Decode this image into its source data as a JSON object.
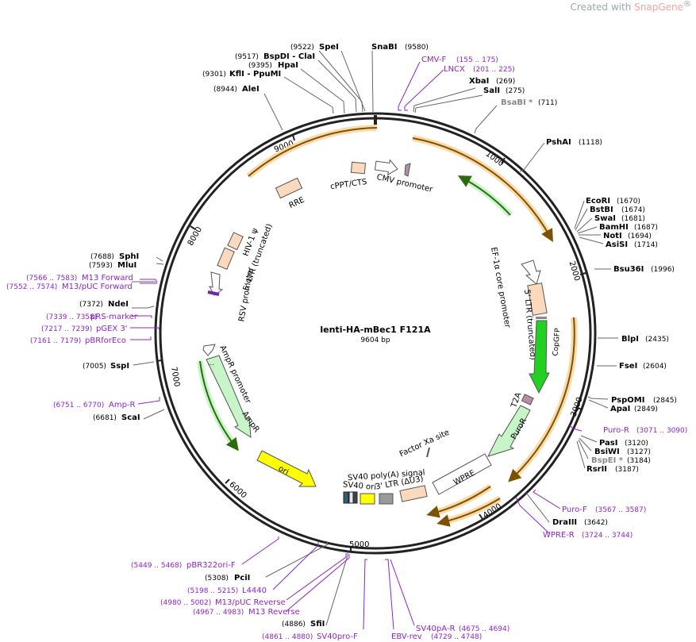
{
  "watermark": {
    "prefix": "Created with ",
    "brand": "SnapGene",
    "reg": "®"
  },
  "plasmid": {
    "name": "lenti-HA-mBec1 F121A",
    "length_label": "9604 bp",
    "length": 9604
  },
  "colors": {
    "backbone": "#222222",
    "enzyme_text": "#000000",
    "primer": "#8e24c8",
    "orf_outline": "#e5a23a",
    "gfp": "#22d022",
    "puro": "#c8f5c8",
    "feature_tan": "#fbd9bd",
    "ori": "#ffff00",
    "rre": "#fbd9bd",
    "polyA": "#999999",
    "dark_blue": "#2e5f73",
    "mauve": "#b58ea8"
  },
  "scale_ticks": [
    "1000",
    "2000",
    "3000",
    "4000",
    "5000",
    "6000",
    "7000",
    "8000",
    "9000"
  ],
  "left_labels": {
    "aleI": {
      "pos": "(8944)",
      "name": "AleI"
    },
    "kflI": {
      "pos": "(9301)",
      "name": "KflI - PpuMI"
    },
    "hpaI": {
      "pos": "(9395)",
      "name": "HpaI"
    },
    "bspDI": {
      "pos": "(9517)",
      "name": "BspDI - ClaI"
    },
    "speI": {
      "pos": "(9522)",
      "name": "SpeI"
    },
    "sphI": {
      "pos": "(7688)",
      "name": "SphI"
    },
    "mluI": {
      "pos": "(7593)",
      "name": "MluI"
    },
    "m13fwd": {
      "pos": "(7566 .. 7583)",
      "name": "M13 Forward"
    },
    "m13puc": {
      "pos": "(7552 .. 7574)",
      "name": "M13/pUC Forward"
    },
    "ndeI": {
      "pos": "(7372)",
      "name": "NdeI"
    },
    "prs": {
      "pos": "(7339 .. 7358)",
      "name": "pRS-marker"
    },
    "pgex": {
      "pos": "(7217 .. 7239)",
      "name": "pGEX 3'"
    },
    "pbr": {
      "pos": "(7161 .. 7179)",
      "name": "pBRforEco"
    },
    "sspI": {
      "pos": "(7005)",
      "name": "SspI"
    },
    "ampr": {
      "pos": "(6751 .. 6770)",
      "name": "Amp-R"
    },
    "scaI": {
      "pos": "(6681)",
      "name": "ScaI"
    }
  },
  "top_labels": {
    "snaBI": {
      "name": "SnaBI",
      "pos": "(9580)"
    },
    "cmvf": {
      "name": "CMV-F",
      "pos": "(155 .. 175)"
    },
    "lncx": {
      "name": "LNCX",
      "pos": "(201 .. 225)"
    },
    "xbaI": {
      "name": "XbaI",
      "pos": "(269)"
    },
    "salI": {
      "name": "SalI",
      "pos": "(275)"
    },
    "bsaBI": {
      "name": "BsaBI *",
      "pos": "(711)"
    }
  },
  "right_labels": {
    "pshAI": {
      "name": "PshAI",
      "pos": "(1118)"
    },
    "ecoRI": {
      "name": "EcoRI",
      "pos": "(1670)"
    },
    "bstBI": {
      "name": "BstBI",
      "pos": "(1674)"
    },
    "swaI": {
      "name": "SwaI",
      "pos": "(1681)"
    },
    "bamHI": {
      "name": "BamHI",
      "pos": "(1687)"
    },
    "notI": {
      "name": "NotI",
      "pos": "(1694)"
    },
    "asiSI": {
      "name": "AsiSI",
      "pos": "(1714)"
    },
    "bsu36I": {
      "name": "Bsu36I",
      "pos": "(1996)"
    },
    "blpI": {
      "name": "BlpI",
      "pos": "(2435)"
    },
    "fseI": {
      "name": "FseI",
      "pos": "(2604)"
    },
    "pspOMI": {
      "name": "PspOMI",
      "pos": "(2845)"
    },
    "apaI": {
      "name": "ApaI",
      "pos": "(2849)"
    },
    "puror": {
      "name": "Puro-R",
      "pos": "(3071 .. 3090)"
    },
    "pasI": {
      "name": "PasI",
      "pos": "(3120)"
    },
    "bsiWI": {
      "name": "BsiWI",
      "pos": "(3127)"
    },
    "bspEI": {
      "name": "BspEI *",
      "pos": "(3184)"
    },
    "rsrII": {
      "name": "RsrII",
      "pos": "(3187)"
    },
    "purof": {
      "name": "Puro-F",
      "pos": "(3567 .. 3587)"
    },
    "draIII": {
      "name": "DraIII",
      "pos": "(3642)"
    },
    "wprer": {
      "name": "WPRE-R",
      "pos": "(3724 .. 3744)"
    }
  },
  "bottom_labels": {
    "pbr322": {
      "pos": "(5449 .. 5468)",
      "name": "pBR322ori-F"
    },
    "pciI": {
      "pos": "(5308)",
      "name": "PciI"
    },
    "l4440": {
      "pos": "(5198 .. 5215)",
      "name": "L4440"
    },
    "m13pucrev": {
      "pos": "(4980 .. 5002)",
      "name": "M13/pUC Reverse"
    },
    "m13rev": {
      "pos": "(4967 .. 4983)",
      "name": "M13 Reverse"
    },
    "sfiI": {
      "pos": "(4886)",
      "name": "SfiI"
    },
    "sv40prof": {
      "pos": "(4861 .. 4880)",
      "name": "SV40pro-F"
    },
    "ebvrev": {
      "name": "EBV-rev",
      "pos": "(4729 .. 4748)"
    },
    "sv40pa": {
      "name": "SV40pA-R",
      "pos": "(4675 .. 4694)"
    }
  },
  "features": {
    "rre": "RRE",
    "cppt": "cPPT/CTS",
    "cmv": "CMV promoter",
    "hiv": "HIV-1 ψ",
    "ltr5": "5' LTR (truncated)",
    "rsv": "RSV promoter",
    "ef1a": "EF-1α core promoter",
    "ltr5b": "5' LTR (truncated)",
    "copgfp": "CopGFP",
    "t2a": "T2A",
    "puror": "PuroR",
    "factorxa": "Factor Xa site",
    "wpre": "WPRE",
    "ltr3": "3' LTR (ΔU3)",
    "sv40polya": "SV40 poly(A) signal",
    "sv40ori": "SV40 ori",
    "ori": "ori",
    "ampr": "AmpR",
    "ampr_promoter": "AmpR promoter",
    "dots": "..."
  }
}
